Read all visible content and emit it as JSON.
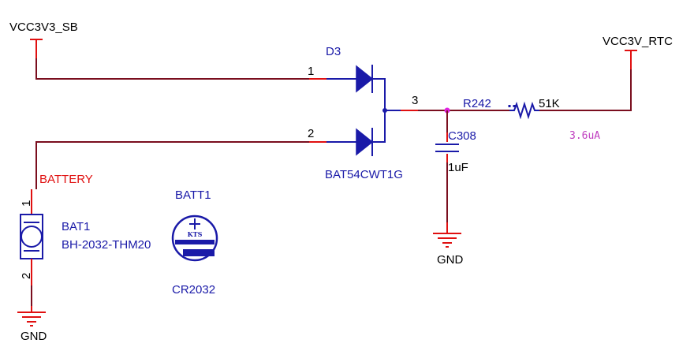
{
  "nets": {
    "vcc3v3_sb": "VCC3V3_SB",
    "vcc3v_rtc": "VCC3V_RTC",
    "gnd_left": "GND",
    "gnd_mid": "GND",
    "battery": "BATTERY"
  },
  "diode": {
    "ref": "D3",
    "part": "BAT54CWT1G",
    "pin1": "1",
    "pin2": "2",
    "pin3": "3"
  },
  "resistor": {
    "ref": "R242",
    "value": "51K",
    "current": "3.6uA"
  },
  "capacitor": {
    "ref": "C308",
    "value": "1uF"
  },
  "battery_holder": {
    "ref": "BAT1",
    "part": "BH-2032-THM20",
    "pin1": "1",
    "pin2": "2"
  },
  "coin_cell": {
    "ref": "BATT1",
    "logo": "KTS",
    "part": "CR2032"
  },
  "colors": {
    "wire": "#7a0e1e",
    "pin": "#e01010",
    "symbol": "#1a1aa8",
    "junction": "#e020e0",
    "annotation": "#c040c0"
  }
}
